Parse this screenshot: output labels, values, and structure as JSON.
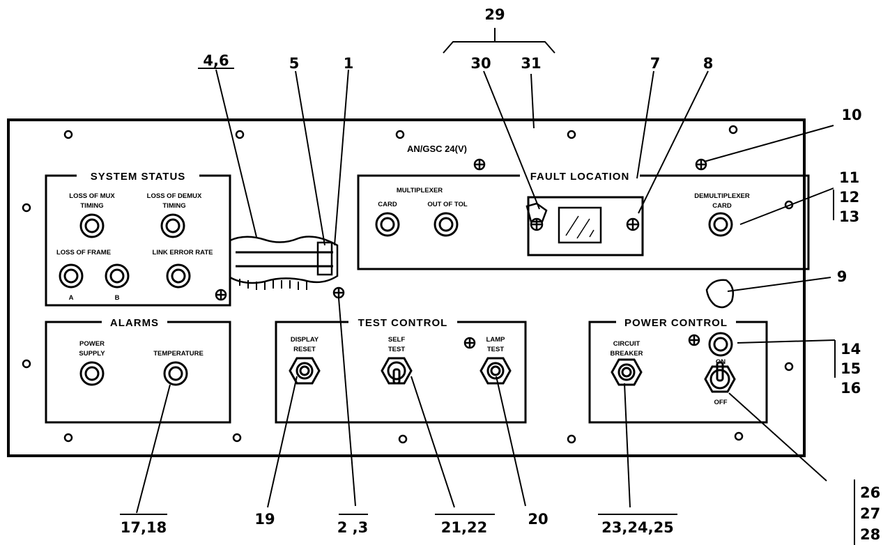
{
  "panel": {
    "model": "AN/GSC 24(V)"
  },
  "sections": {
    "system_status": {
      "title": "SYSTEM STATUS",
      "labels": {
        "loss_mux_1": "LOSS OF MUX",
        "loss_mux_2": "TIMING",
        "loss_demux_1": "LOSS OF DEMUX",
        "loss_demux_2": "TIMING",
        "loss_frame": "LOSS OF FRAME",
        "link_error": "LINK ERROR RATE",
        "a": "A",
        "b": "B"
      }
    },
    "fault_location": {
      "title": "FAULT LOCATION",
      "labels": {
        "multiplexer": "MULTIPLEXER",
        "card": "CARD",
        "out_of_tol": "OUT OF TOL",
        "demux_1": "DEMULTIPLEXER",
        "demux_2": "CARD"
      }
    },
    "alarms": {
      "title": "ALARMS",
      "labels": {
        "power_1": "POWER",
        "power_2": "SUPPLY",
        "temperature": "TEMPERATURE"
      }
    },
    "test_control": {
      "title": "TEST CONTROL",
      "labels": {
        "display_1": "DISPLAY",
        "display_2": "RESET",
        "self_1": "SELF",
        "self_2": "TEST",
        "lamp_1": "LAMP",
        "lamp_2": "TEST"
      }
    },
    "power_control": {
      "title": "POWER CONTROL",
      "labels": {
        "cb_1": "CIRCUIT",
        "cb_2": "BREAKER",
        "on": "ON",
        "off": "OFF"
      }
    }
  },
  "callouts": {
    "c29": "29",
    "c30": "30",
    "c31": "31",
    "c46": "4,6",
    "c5": "5",
    "c1": "1",
    "c7": "7",
    "c8": "8",
    "c10": "10",
    "c11": "11",
    "c12": "12",
    "c13": "13",
    "c9": "9",
    "c14": "14",
    "c15": "15",
    "c16": "16",
    "c1718": "17,18",
    "c19": "19",
    "c23": "2 ,3",
    "c2122": "21,22",
    "c20": "20",
    "c232425": "23,24,25",
    "c26": "26",
    "c27": "27",
    "c28": "28"
  }
}
